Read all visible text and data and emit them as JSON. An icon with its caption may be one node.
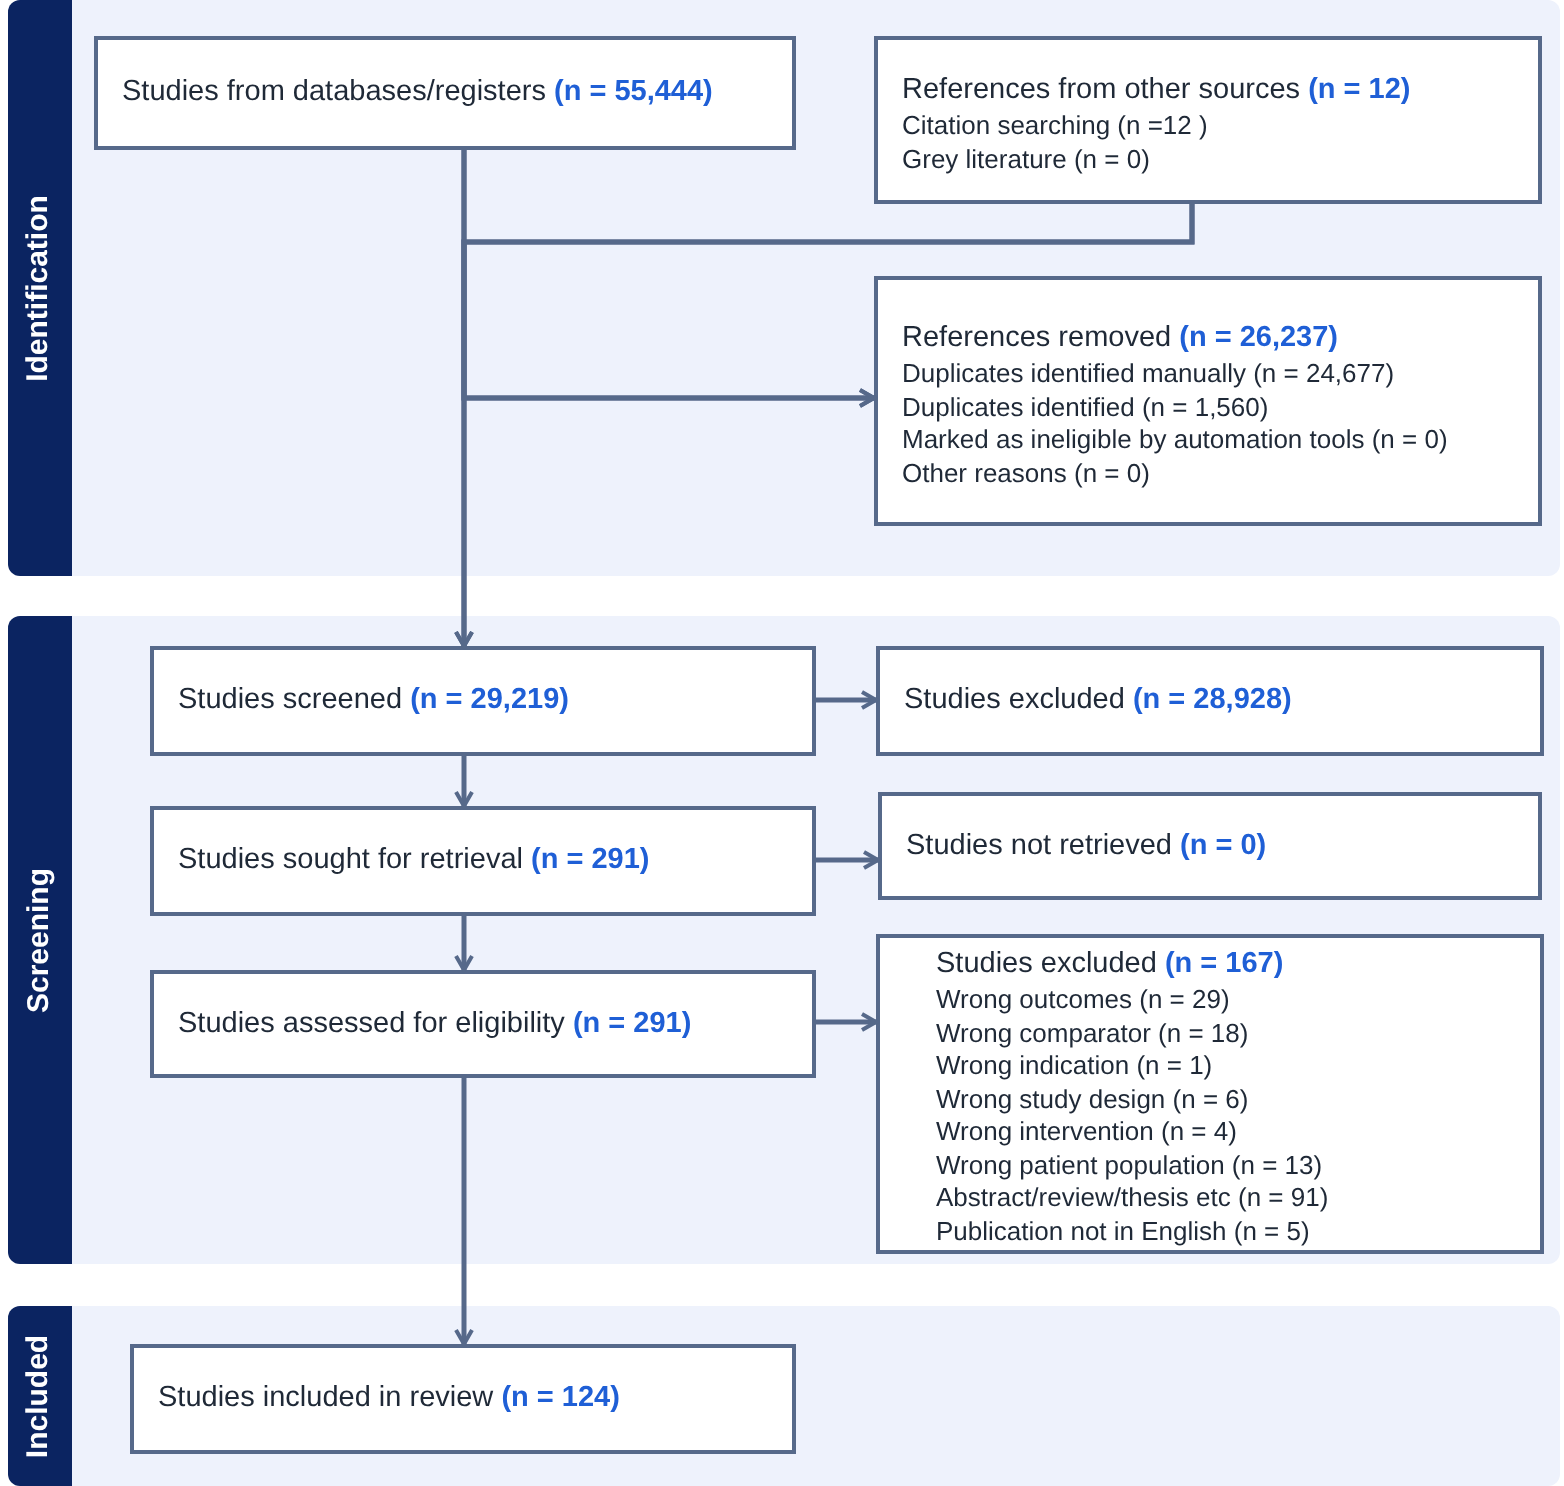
{
  "diagram": {
    "nodes": [
      {
        "text": [
          "Identification"
        ]
      },
      {
        "text": [
          "Studies from databases/registers **(n = 55,444)**"
        ],
        "in": 0
      },
      {
        "text": [
          "References from other sources **(n = 12)**",
          "Citation searching (n =12 )",
          "Grey literature (n = 0)"
        ],
        "in": 0
      },
      {
        "text": [
          "References removed **(n = 26,237)**",
          "Duplicates identified manually (n = 24,677)",
          "Duplicates identified (n = 1,560)",
          "Marked as ineligible by automation tools (n = 0)",
          "Other reasons (n = 0)"
        ],
        "in": 0
      },
      {
        "text": [
          "Screening"
        ]
      },
      {
        "text": [
          "Studies screened **(n = 29,219)**"
        ],
        "in": 4
      },
      {
        "text": [
          "Studies excluded **(n = 28,928)**"
        ],
        "in": 4
      },
      {
        "text": [
          "Studies sought for retrieval **(n = 291)**"
        ],
        "in": 4
      },
      {
        "text": [
          "Studies not retrieved **(n = 0)**"
        ],
        "in": 4
      },
      {
        "text": [
          "Studies assessed for eligibility **(n = 291)**"
        ],
        "in": 4
      },
      {
        "text": [
          "Studies excluded **(n = 167)**",
          "Wrong outcomes (n = 29)",
          "Wrong comparator (n = 18)",
          "Wrong indication (n = 1)",
          "Wrong study design (n = 6)",
          "Wrong intervention (n = 4)",
          "Wrong patient population (n = 13)",
          "Abstract/review/thesis etc (n = 91)",
          "Publication not in English (n = 5)"
        ],
        "in": 4
      },
      {
        "text": [
          "Included"
        ]
      },
      {
        "text": [
          "Studies included in review **(n = 124)**"
        ],
        "in": 11
      }
    ],
    "edges": [
      {
        "from": 1,
        "to": 3,
        "arrow": "to"
      },
      {
        "from": 2,
        "to": 3,
        "arrow": "to"
      },
      {
        "from": 1,
        "to": 5,
        "arrow": "to"
      },
      {
        "from": 2,
        "to": 5,
        "arrow": "to"
      },
      {
        "from": 5,
        "to": 6,
        "arrow": "to"
      },
      {
        "from": 5,
        "to": 7,
        "arrow": "to"
      },
      {
        "from": 7,
        "to": 8,
        "arrow": "to"
      },
      {
        "from": 7,
        "to": 9,
        "arrow": "to"
      },
      {
        "from": 9,
        "to": 10,
        "arrow": "to"
      },
      {
        "from": 9,
        "to": 12,
        "arrow": "to"
      }
    ]
  }
}
